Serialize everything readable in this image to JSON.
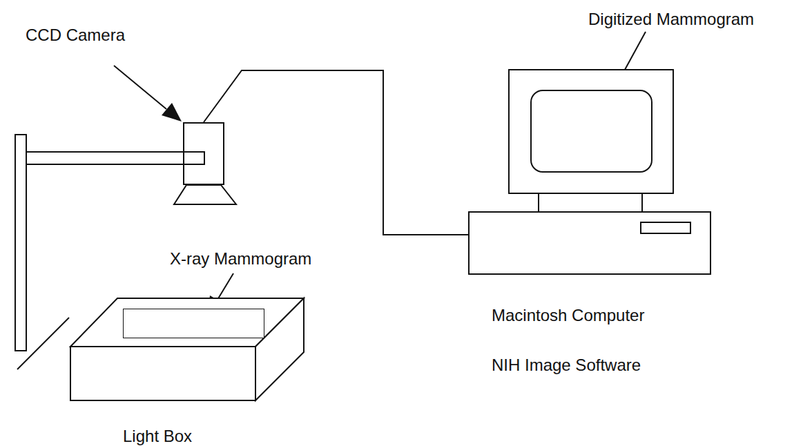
{
  "diagram": {
    "nodes": [
      {
        "text": [
          "CCD Camera"
        ]
      },
      {
        "text": [
          "Macintosh Computer",
          "NIH Image Software"
        ]
      },
      {
        "text": [
          "Digitized Mammogram"
        ],
        "in": 1
      },
      {
        "text": [
          "Light Box"
        ]
      },
      {
        "text": [
          "X-ray Mammogram"
        ],
        "in": 3
      }
    ],
    "edges": [
      {
        "from": 0,
        "to": 1,
        "arrow": "none"
      }
    ]
  }
}
